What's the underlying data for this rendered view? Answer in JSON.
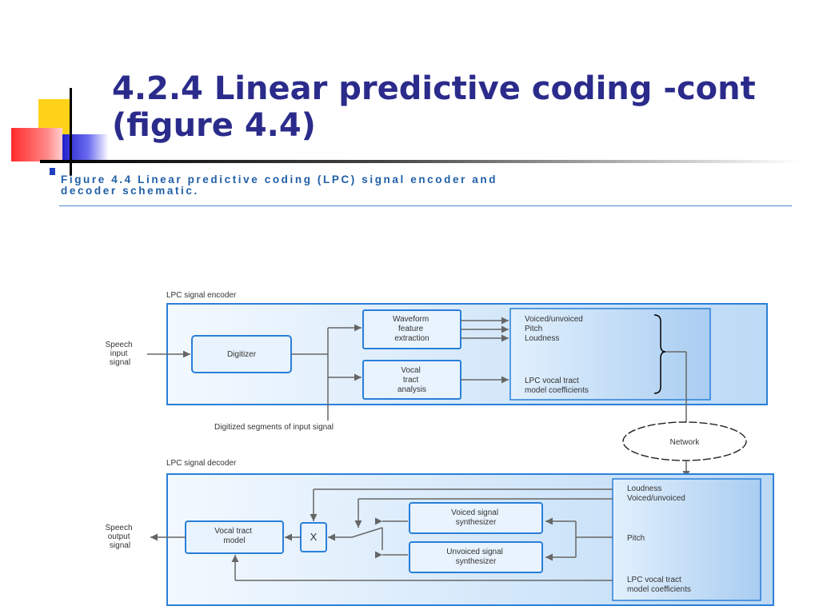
{
  "slide": {
    "title_line1": "4.2.4 Linear predictive coding  -cont",
    "title_line2": "(figure 4.4)"
  },
  "caption": {
    "line1": "Figure 4.4  Linear predictive coding (LPC) signal encoder and",
    "line2": "decoder schematic."
  },
  "encoder": {
    "label": "LPC signal encoder",
    "input_label": [
      "Speech",
      "input",
      "signal"
    ],
    "digitizer": "Digitizer",
    "waveform": [
      "Waveform",
      "feature",
      "extraction"
    ],
    "vocal_tract_analysis": [
      "Vocal",
      "tract",
      "analysis"
    ],
    "outputs": {
      "voiced_unvoiced": "Voiced/unvoiced",
      "pitch": "Pitch",
      "loudness": "Loudness",
      "coeffs": [
        "LPC vocal tract",
        "model coefficients"
      ]
    },
    "digitized_label": "Digitized segments of input signal"
  },
  "network": "Network",
  "decoder": {
    "label": "LPC signal decoder",
    "output_label": [
      "Speech",
      "output",
      "signal"
    ],
    "vocal_tract_model": [
      "Vocal tract",
      "model"
    ],
    "multiplier": "X",
    "voiced_synth": [
      "Voiced signal",
      "synthesizer"
    ],
    "unvoiced_synth": [
      "Unvoiced signal",
      "synthesizer"
    ],
    "inputs": {
      "loudness": "Loudness",
      "voiced_unvoiced": "Voiced/unvoiced",
      "pitch": "Pitch",
      "coeffs": [
        "LPC vocal tract",
        "model coefficients"
      ]
    }
  },
  "colors": {
    "title": "#2b2b8c",
    "caption": "#1f5fa6",
    "diagram_blue": "#2a7fd8",
    "diagram_fill": "#dceefc",
    "diagram_inner": "#c2dcf5"
  }
}
